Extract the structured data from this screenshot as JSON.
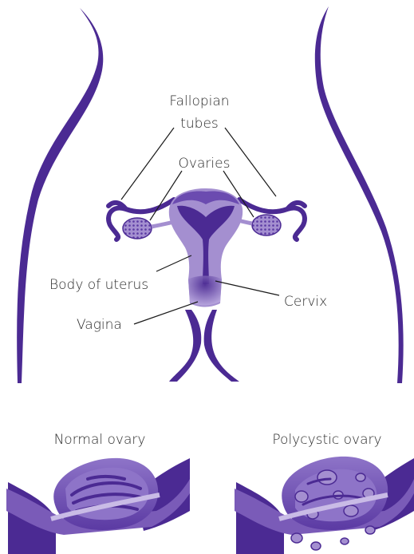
{
  "labels": {
    "fallopian_line1": "Fallopian",
    "fallopian_line2": "tubes",
    "ovaries": "Ovaries",
    "body_of_uterus": "Body of uterus",
    "cervix": "Cervix",
    "vagina": "Vagina"
  },
  "captions": {
    "normal": "Normal ovary",
    "polycystic": "Polycystic ovary"
  },
  "colors": {
    "dark_purple": "#4b2a93",
    "mid_purple": "#7a5bb8",
    "light_purple": "#a48fd0",
    "pale_purple": "#c9bbe6"
  }
}
